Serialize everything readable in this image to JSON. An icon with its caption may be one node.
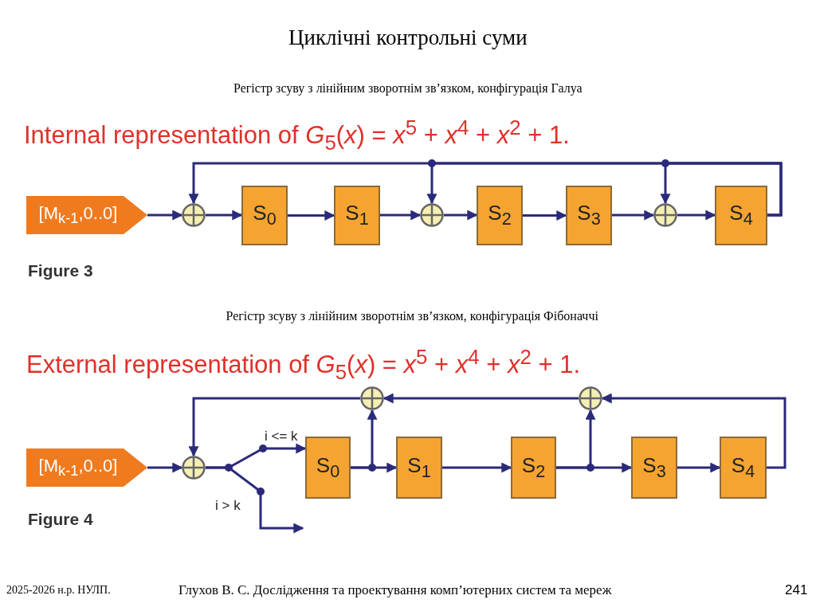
{
  "diagram": {
    "title": "Циклічні контрольні суми",
    "nodes": [
      {
        "text": [
          "[M$_{k-1}$,0..0]"
        ]
      },
      {
        "text": [],
        "shape": "circle"
      },
      {
        "text": [
          "S$_{0}$"
        ]
      },
      {
        "text": [
          "S$_{1}$"
        ]
      },
      {
        "text": [],
        "shape": "circle"
      },
      {
        "text": [
          "S$_{2}$"
        ]
      },
      {
        "text": [
          "S$_{3}$"
        ]
      },
      {
        "text": [],
        "shape": "circle"
      },
      {
        "text": [
          "S$_{4}$"
        ]
      },
      {
        "text": [
          "[M$_{k-1}$,0..0]"
        ]
      },
      {
        "text": [],
        "shape": "circle"
      },
      {
        "text": [],
        "shape": "circle"
      },
      {
        "text": [],
        "shape": "circle"
      },
      {
        "text": [
          "S$_{0}$"
        ]
      },
      {
        "text": [
          "S$_{1}$"
        ]
      },
      {
        "text": [
          "S$_{2}$"
        ]
      },
      {
        "text": [
          "S$_{3}$"
        ]
      },
      {
        "text": [
          "S$_{4}$"
        ]
      }
    ],
    "edges": [
      {
        "from": 0,
        "to": 1,
        "arrow": "to"
      },
      {
        "from": 1,
        "to": 2,
        "arrow": "to"
      },
      {
        "from": 2,
        "to": 3,
        "arrow": "to"
      },
      {
        "from": 3,
        "to": 4,
        "arrow": "to"
      },
      {
        "from": 4,
        "to": 5,
        "arrow": "to"
      },
      {
        "from": 5,
        "to": 6,
        "arrow": "to"
      },
      {
        "from": 6,
        "to": 7,
        "arrow": "to"
      },
      {
        "from": 7,
        "to": 8,
        "arrow": "to"
      },
      {
        "from": 8,
        "to": 1,
        "arrow": "to"
      },
      {
        "from": 8,
        "to": 4,
        "arrow": "to"
      },
      {
        "from": 8,
        "to": 7,
        "arrow": "to"
      },
      {
        "from": 9,
        "to": 10,
        "arrow": "to"
      },
      {
        "from": 10,
        "to": 13,
        "arrow": "to",
        "label": "i <= k"
      },
      {
        "from": 10,
        "to": null,
        "arrow": "to",
        "label": "i > k"
      },
      {
        "from": 13,
        "to": 14,
        "arrow": "to"
      },
      {
        "from": 14,
        "to": 15,
        "arrow": "to"
      },
      {
        "from": 15,
        "to": 16,
        "arrow": "to"
      },
      {
        "from": 16,
        "to": 17,
        "arrow": "to"
      },
      {
        "from": 13,
        "to": 11,
        "arrow": "to"
      },
      {
        "from": 15,
        "to": 12,
        "arrow": "to"
      },
      {
        "from": 17,
        "to": 12,
        "arrow": "to"
      },
      {
        "from": 12,
        "to": 11,
        "arrow": "to"
      },
      {
        "from": 11,
        "to": 10,
        "arrow": "to"
      }
    ],
    "labels": [
      "Регістр зсуву з лінійним зворотнім зв’язком, конфігурація Галуа",
      "Internal representation of *G*$_{5}$(*x*) = *x*$^{5}$ + *x*$^{4}$ + *x*$^{2}$ + 1.",
      "Figure 3",
      "Регістр зсуву з лінійним зворотнім зв’язком, конфігурація Фібоначчі",
      "External representation of *G*$_{5}$(*x*) = *x*$^{5}$ + *x*$^{4}$ + *x*$^{2}$ + 1.",
      "Figure 4",
      "2025-2026 н.р. НУЛП.",
      "Глухов В. С. Дослідження та проектування комп’ютерних систем та мереж",
      "241"
    ]
  }
}
